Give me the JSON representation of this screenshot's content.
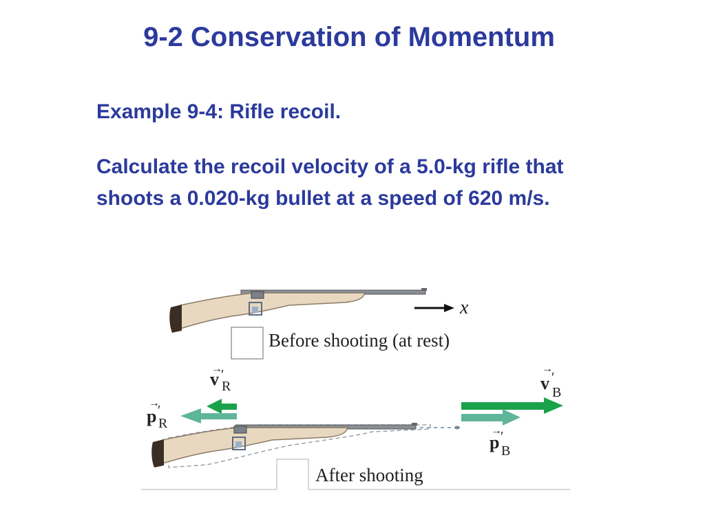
{
  "slide": {
    "title": "9-2 Conservation of Momentum",
    "example_heading": "Example 9-4: Rifle recoil.",
    "problem_text": "Calculate the recoil velocity of a 5.0-kg rifle that shoots a 0.020-kg bullet at a speed of 620 m/s."
  },
  "figure": {
    "before_caption": "Before shooting (at rest)",
    "after_caption": "After shooting",
    "axis_label": "x",
    "vR_symbol": "v",
    "vR_subscript": "R",
    "pR_symbol": "p",
    "pR_subscript": "R",
    "vB_symbol": "v",
    "vB_subscript": "B",
    "pB_symbol": "p",
    "pB_subscript": "B",
    "prime": "′",
    "arrow_accent": "→"
  },
  "colors": {
    "title": "#2b3a9c",
    "velocity_arrow": "#1aa14a",
    "momentum_arrow": "#5fb59a",
    "rifle_stock": "#e8d8c0",
    "rifle_butt": "#3a2e24"
  }
}
